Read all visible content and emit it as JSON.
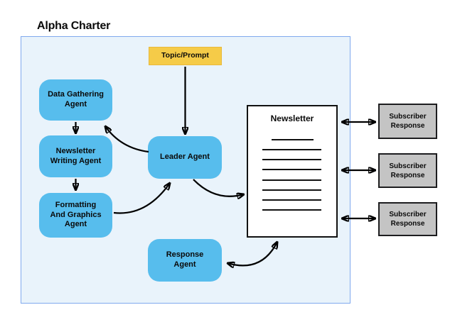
{
  "title": "Alpha Charter",
  "diagram": {
    "nodes": {
      "topic": {
        "label": "Topic/Prompt"
      },
      "data_gathering": {
        "label": "Data Gathering\nAgent"
      },
      "newsletter_writing": {
        "label": "Newsletter\nWriting Agent"
      },
      "formatting": {
        "label": "Formatting\nAnd Graphics\nAgent"
      },
      "leader": {
        "label": "Leader Agent"
      },
      "response": {
        "label": "Response\nAgent"
      },
      "newsletter": {
        "label": "Newsletter"
      },
      "subscribers": [
        {
          "label": "Subscriber\nResponse"
        },
        {
          "label": "Subscriber\nResponse"
        },
        {
          "label": "Subscriber\nResponse"
        }
      ]
    },
    "colors": {
      "agent_fill": "#57bded",
      "topic_fill": "#f5cb48",
      "subscriber_fill": "#c4c4c4",
      "container_fill": "#e9f3fb",
      "container_border": "#80a9ee",
      "arrow": "#000000",
      "text": "#0a0a0a"
    }
  }
}
